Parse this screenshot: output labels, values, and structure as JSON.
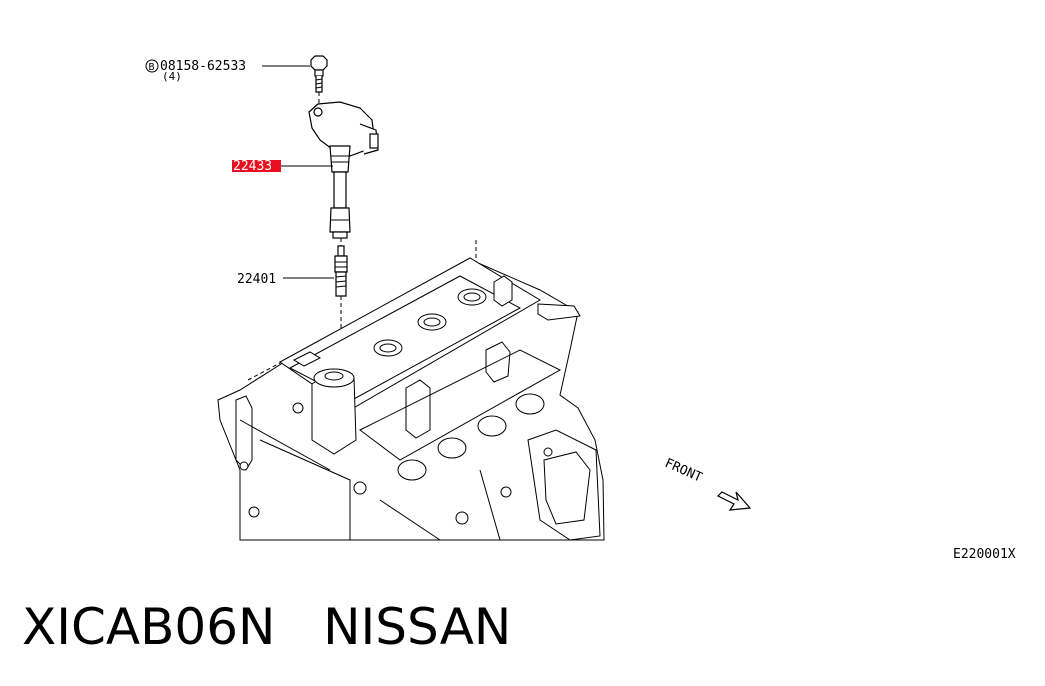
{
  "diagram": {
    "bolt_callout": {
      "prefix_symbol": "B",
      "part_number": "08158-62533",
      "quantity": "(4)"
    },
    "coil_callout": {
      "part_number": "22433",
      "highlight_color": "#e8101f"
    },
    "plug_callout": {
      "part_number": "22401"
    },
    "front_label": "FRONT",
    "figure_code": "E220001X"
  },
  "footer": {
    "model_code": "XICAB06N",
    "brand": "NISSAN"
  }
}
